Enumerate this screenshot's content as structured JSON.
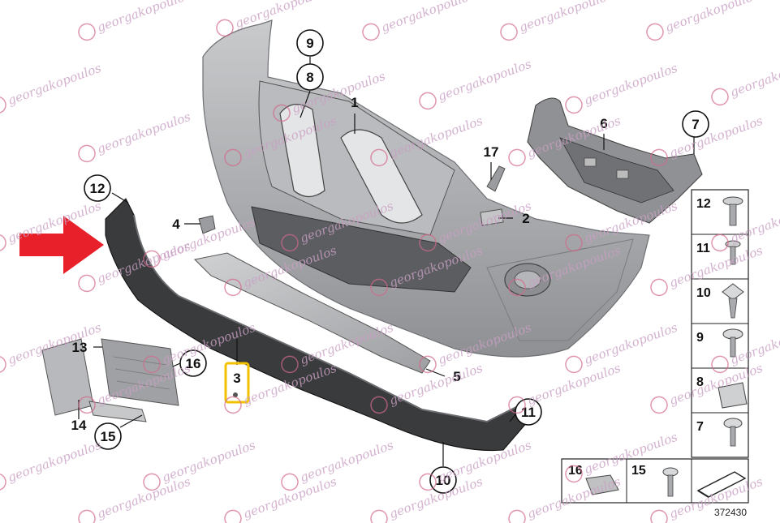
{
  "diagram": {
    "callouts": {
      "c1": "1",
      "c2": "2",
      "c3": "3",
      "c4": "4",
      "c5": "5",
      "c6": "6",
      "c7": "7",
      "c8": "8",
      "c9": "9",
      "c10": "10",
      "c11": "11",
      "c12": "12",
      "c13": "13",
      "c14": "14",
      "c15": "15",
      "c16": "16",
      "c17": "17"
    },
    "legend_panel": {
      "rows": [
        "12",
        "11",
        "10",
        "9",
        "8",
        "7"
      ]
    },
    "bottom_panel": {
      "left_label": "16",
      "mid_label": "15"
    },
    "reference_number": "372430",
    "watermark": "georgakopoulos",
    "colors": {
      "arrow": "#e8202a",
      "highlight_box": "#f2c200",
      "part_gray": "#a9abae",
      "part_dark": "#3a3b3d"
    }
  }
}
